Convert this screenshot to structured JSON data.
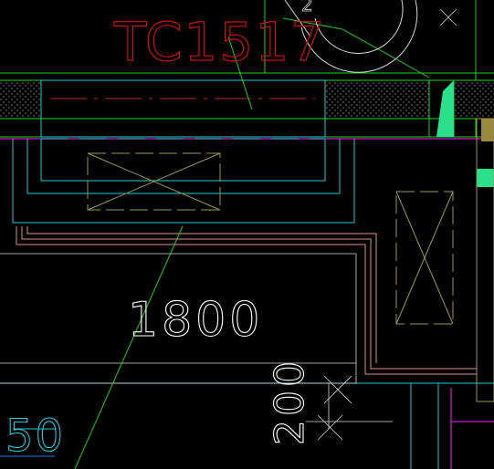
{
  "drawing": {
    "window_label": "TC1517",
    "window_label_suffix": "2",
    "dimension_main": "1800",
    "dimension_side": "200",
    "dimension_left": "50"
  },
  "colors": {
    "background": "#000000",
    "window_label": "#d01010",
    "wall_outline": "#18d418",
    "insulation_hatch": "#8a8a8a",
    "window_frame": "#27c8d8",
    "centerline": "#b83030",
    "fixture": "#9a9650",
    "pipe_pink": "#e09090",
    "floor_line": "#d020d0",
    "dimension": "#ffffff",
    "column_fill": "#2be08a",
    "leader": "#1fd01f",
    "grid": "#2a7ad8"
  },
  "icons": {
    "cross_marker": "crosshair-icon",
    "fixture_symbol": "fixture-symbol-icon"
  }
}
